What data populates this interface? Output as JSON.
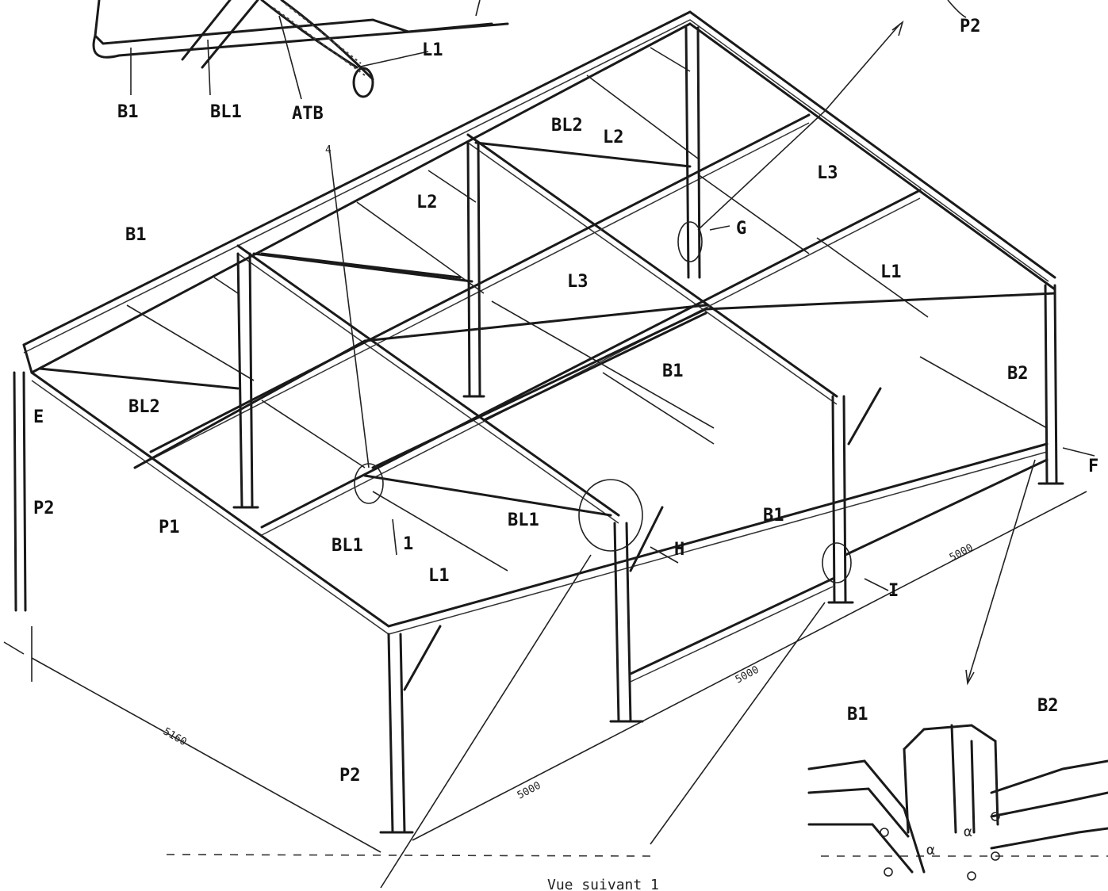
{
  "labels": {
    "b1_top": "B1",
    "bl1_top": "BL1",
    "atb": "ATB",
    "l1_top": "L1",
    "p2_top": "P2",
    "b1_left": "B1",
    "bl2_back": "BL2",
    "l2_back": "L2",
    "l2_mid": "L2",
    "l3_right": "L3",
    "detail_g": "G",
    "l1_right": "L1",
    "l3_mid": "L3",
    "b1_mid": "B1",
    "b2_right": "B2",
    "detail_f": "F",
    "bl2_left": "BL2",
    "detail_e": "E",
    "p2_left": "P2",
    "p1": "P1",
    "bl1_front": "BL1",
    "bl1_bottom": "BL1",
    "arrow_1a": "1",
    "l1_front": "L1",
    "detail_h": "H",
    "b1_front": "B1",
    "detail_i": "I",
    "p2_bottom": "P2",
    "b1_detail": "B1",
    "b2_detail": "B2",
    "num_4": "4"
  },
  "dimensions": {
    "d_5000_right": "5000",
    "d_5000_mid": "5000",
    "d_5000_bottom": "5000",
    "d_5160": "5160"
  },
  "caption": "Vue suivant 1"
}
